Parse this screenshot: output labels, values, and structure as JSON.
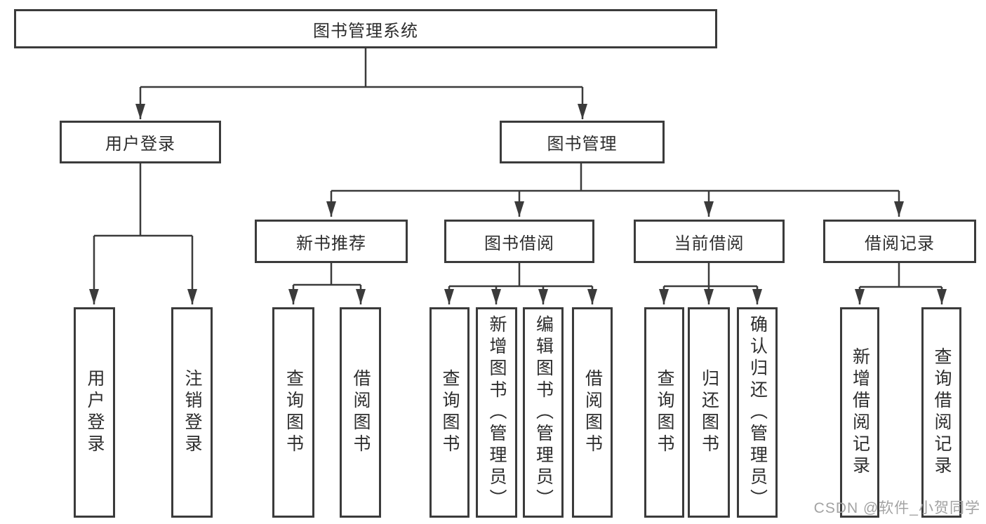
{
  "diagram": {
    "root": {
      "label": "图书管理系统"
    },
    "user_branch": {
      "label": "用户登录",
      "children": [
        {
          "label": "用户登录"
        },
        {
          "label": "注销登录"
        }
      ]
    },
    "mgmt_branch": {
      "label": "图书管理",
      "groups": [
        {
          "label": "新书推荐",
          "children": [
            {
              "label": "查询图书"
            },
            {
              "label": "借阅图书"
            }
          ]
        },
        {
          "label": "图书借阅",
          "children": [
            {
              "label": "查询图书"
            },
            {
              "label": "新增图书（管理员）"
            },
            {
              "label": "编辑图书（管理员）"
            },
            {
              "label": "借阅图书"
            }
          ]
        },
        {
          "label": "当前借阅",
          "children": [
            {
              "label": "查询图书"
            },
            {
              "label": "归还图书"
            },
            {
              "label": "确认归还（管理员）"
            }
          ]
        },
        {
          "label": "借阅记录",
          "children": [
            {
              "label": "新增借阅记录"
            },
            {
              "label": "查询借阅记录"
            }
          ]
        }
      ]
    }
  },
  "watermark": {
    "text": "CSDN @软件_小贺同学"
  },
  "colors": {
    "line": "#3b3b3b",
    "text": "#2d2d2d",
    "watermark": "#a3a3a3",
    "background": "#ffffff"
  }
}
